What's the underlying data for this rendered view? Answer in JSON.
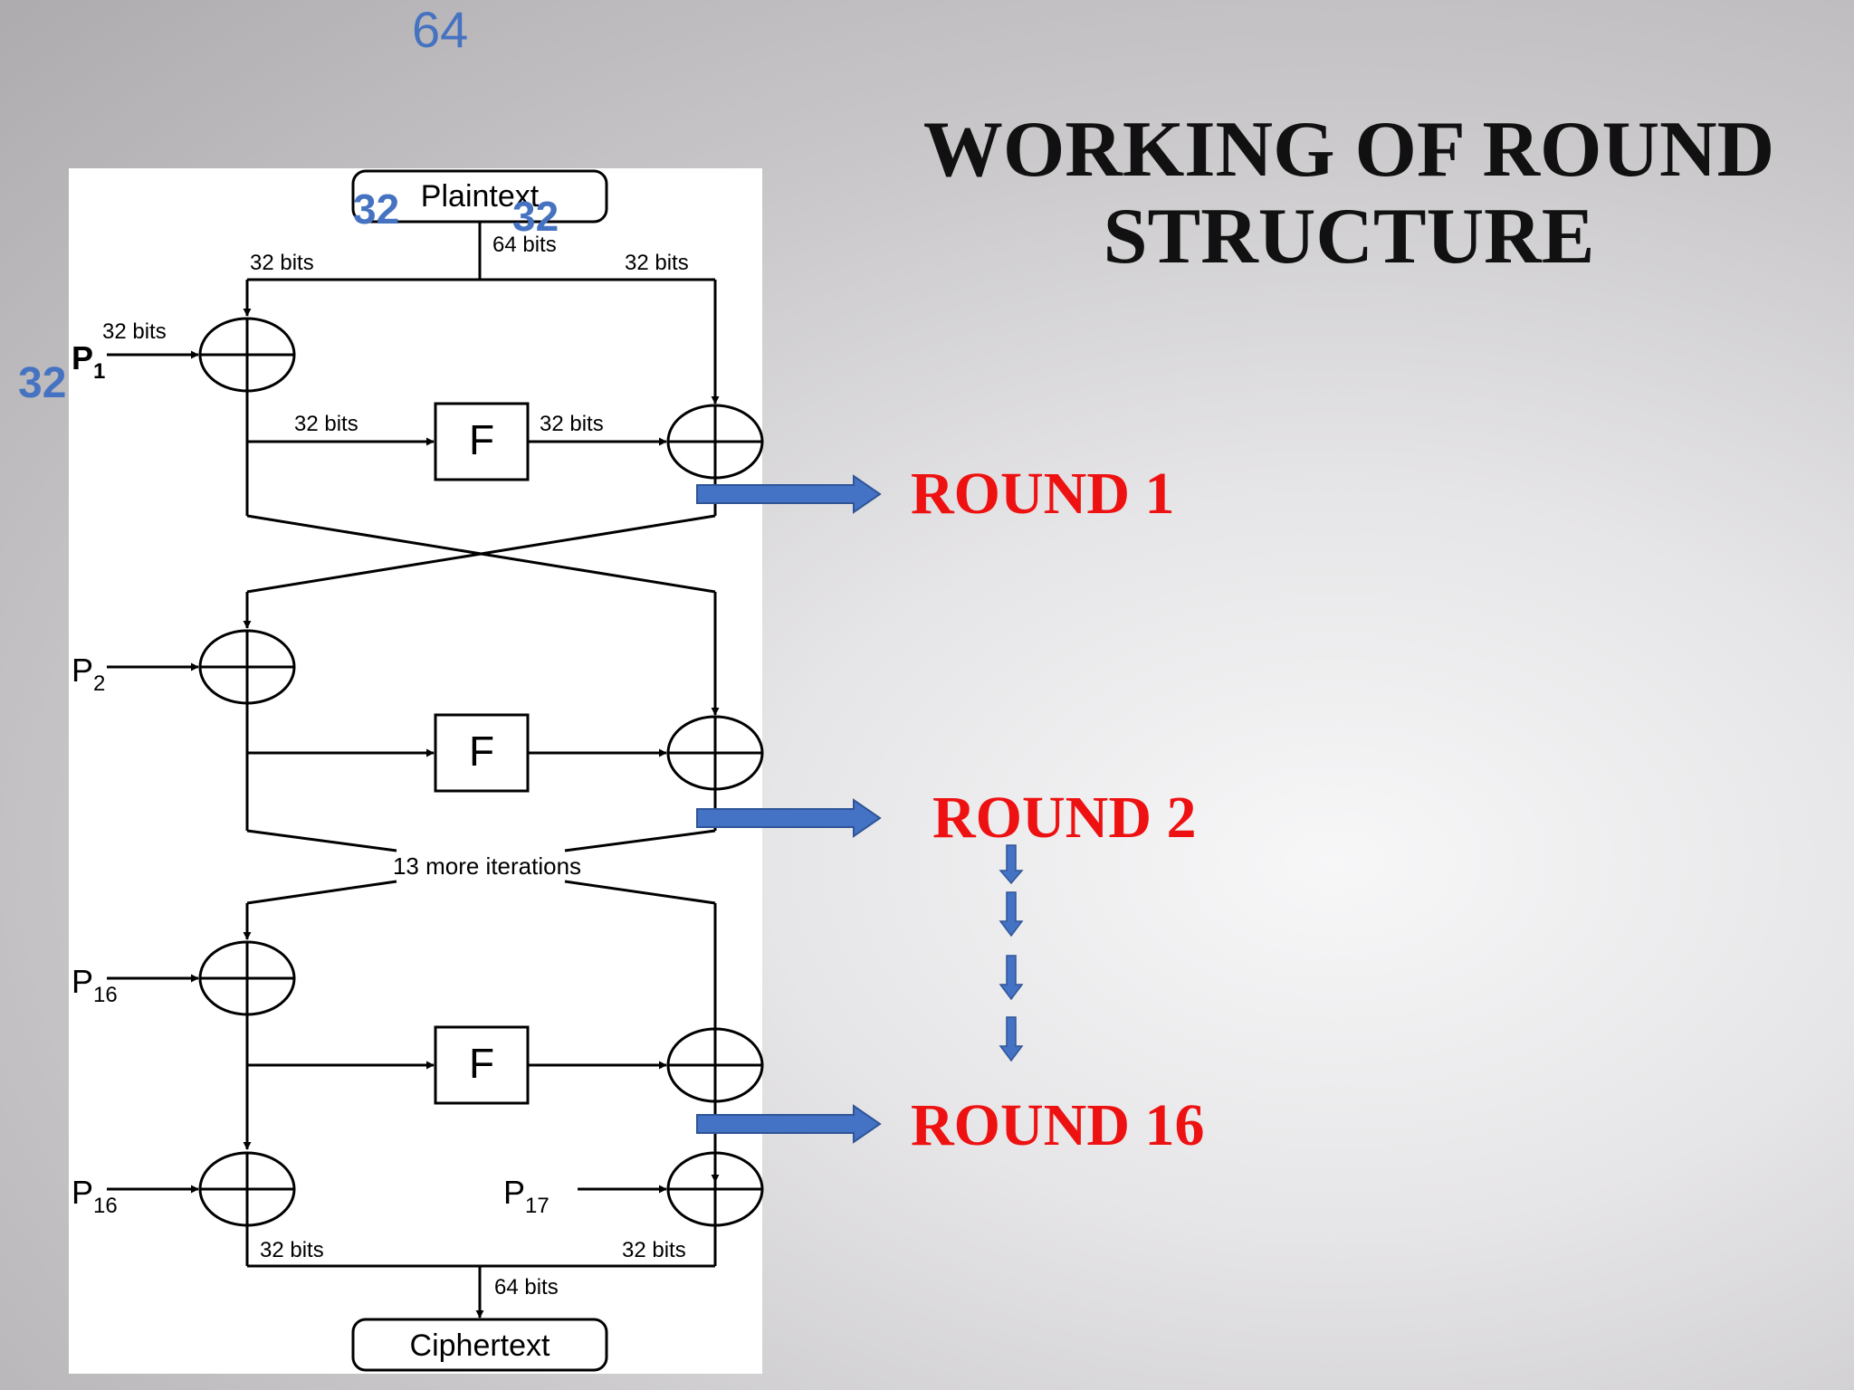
{
  "title_lines": [
    "WORKING OF ROUND",
    "STRUCTURE"
  ],
  "annotations": {
    "top_64": "64",
    "plaintext_left_32": "32",
    "plaintext_right_32": "32",
    "p1_side_32": "32"
  },
  "diagram": {
    "plaintext": "Plaintext",
    "ciphertext": "Ciphertext",
    "f_label": "F",
    "bits_64": "64 bits",
    "bits_32": "32 bits",
    "more_iterations": "13 more iterations",
    "subkeys": {
      "p1": {
        "base": "P",
        "sub": "1"
      },
      "p2": {
        "base": "P",
        "sub": "2"
      },
      "p16a": {
        "base": "P",
        "sub": "16"
      },
      "p16b": {
        "base": "P",
        "sub": "16"
      },
      "p17": {
        "base": "P",
        "sub": "17"
      }
    }
  },
  "rounds": [
    "ROUND 1",
    "ROUND 2",
    "ROUND 16"
  ],
  "colors": {
    "arrow_blue": "#4472c4",
    "round_red": "#ee1111",
    "note_blue": "#4673c1"
  }
}
